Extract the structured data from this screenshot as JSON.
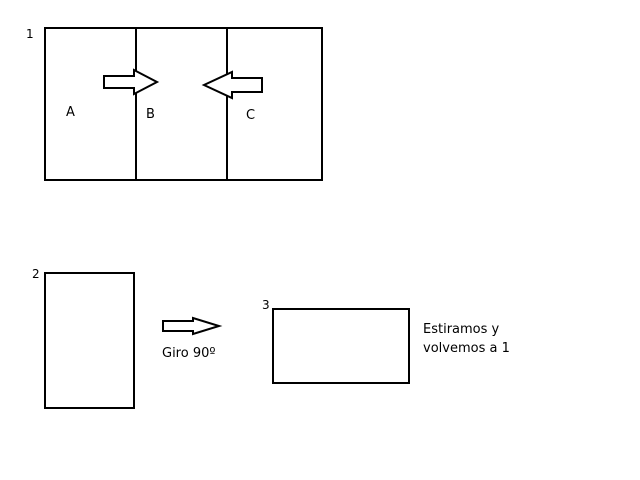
{
  "step1": {
    "number": "1",
    "panels": {
      "a": "A",
      "b": "B",
      "c": "C"
    }
  },
  "step2": {
    "number": "2",
    "arrow_label": "Giro 90º"
  },
  "step3": {
    "number": "3",
    "note_line1": "Estiramos y",
    "note_line2": "volvemos a 1"
  },
  "colors": {
    "stroke": "#000000",
    "background": "#ffffff"
  }
}
